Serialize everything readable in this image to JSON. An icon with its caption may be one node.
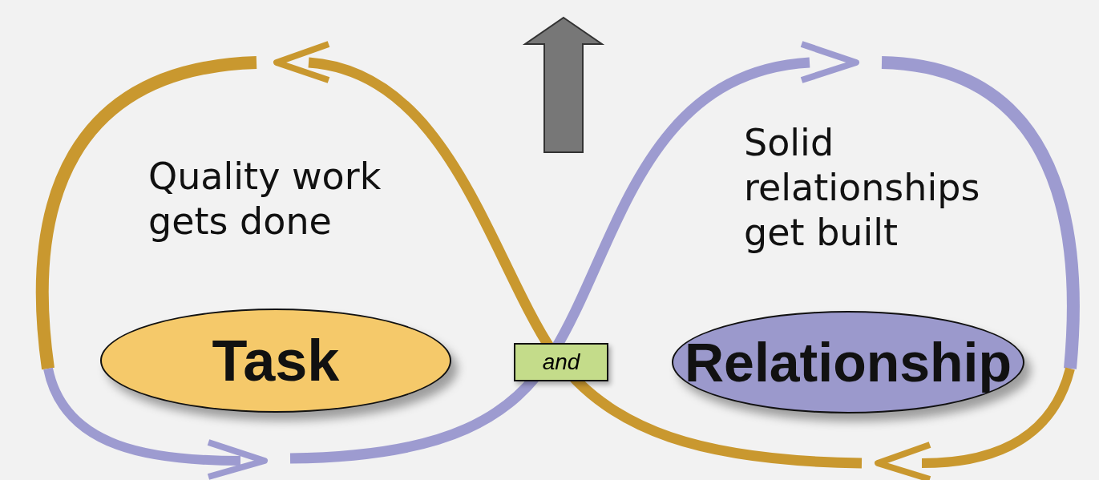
{
  "diagram": {
    "nodes": [
      {
        "text": [
          "Task"
        ]
      },
      {
        "text": [
          "and"
        ]
      },
      {
        "text": [
          "Relationship"
        ]
      }
    ],
    "labels": [
      "Quality work gets done",
      "Solid relationships get built"
    ]
  }
}
